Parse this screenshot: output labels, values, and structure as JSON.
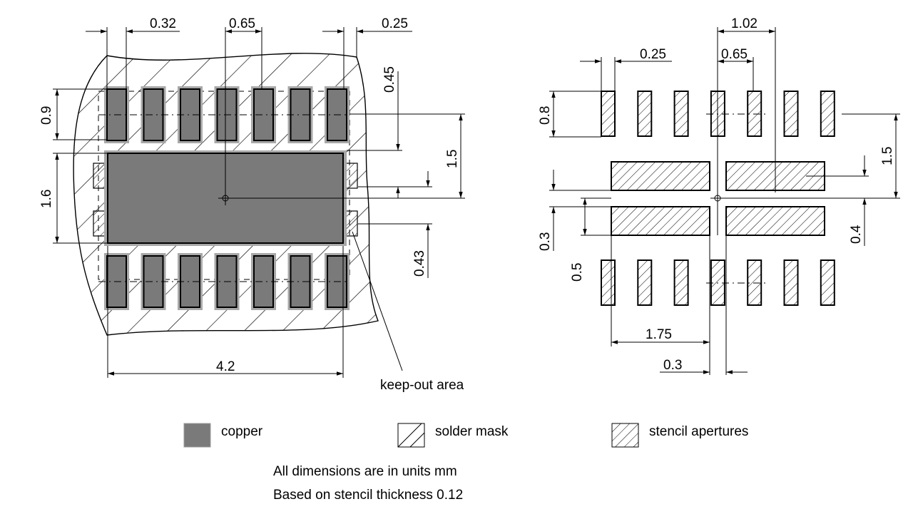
{
  "left_view": {
    "dim_pad_width": "0.32",
    "dim_pitch": "0.65",
    "dim_mask_clearance_top": "0.25",
    "dim_pad_length": "0.9",
    "dim_edge_offset": "0.45",
    "dim_row_to_center": "1.5",
    "dim_thermal_height": "1.6",
    "dim_side_tab": "0.43",
    "dim_thermal_width": "4.2",
    "keepout_label": "keep-out area"
  },
  "right_view": {
    "dim_aperture_width": "0.25",
    "dim_pitch": "0.65",
    "dim_offset": "1.02",
    "dim_aperture_length": "0.8",
    "dim_row_to_center": "1.5",
    "dim_gap": "0.4",
    "dim_gap_left": "0.3",
    "dim_aperture_block_height": "0.5",
    "dim_block_width": "1.75",
    "dim_block_gap": "0.3"
  },
  "legend": {
    "copper": "copper",
    "solder_mask": "solder mask",
    "stencil": "stencil apertures"
  },
  "notes": {
    "units": "All dimensions are in units mm",
    "stencil": "Based on stencil thickness 0.12"
  },
  "colors": {
    "copper": "#7a7a7a",
    "mask_border": "#a8a8a8",
    "line": "#000000"
  }
}
